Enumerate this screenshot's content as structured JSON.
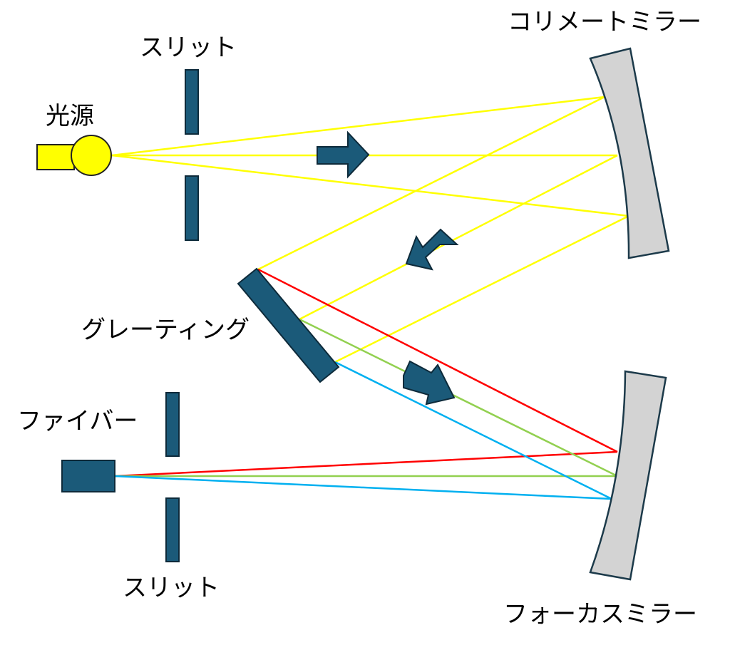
{
  "labels": {
    "light_source": "光源",
    "entrance_slit": "スリット",
    "collimating_mirror": "コリメートミラー",
    "grating": "グレーティング",
    "fiber": "ファイバー",
    "exit_slit": "スリット",
    "focusing_mirror": "フォーカスミラー"
  },
  "colors": {
    "component_fill": "#1b5a79",
    "component_stroke": "#0d2a3a",
    "mirror_fill": "#d3d3d3",
    "mirror_stroke": "#1c3a4a",
    "lamp_fill": "#ffff00",
    "white_light": "#ffff00",
    "red_light": "#ff0000",
    "green_light": "#92d050",
    "blue_light": "#00b0f0"
  }
}
